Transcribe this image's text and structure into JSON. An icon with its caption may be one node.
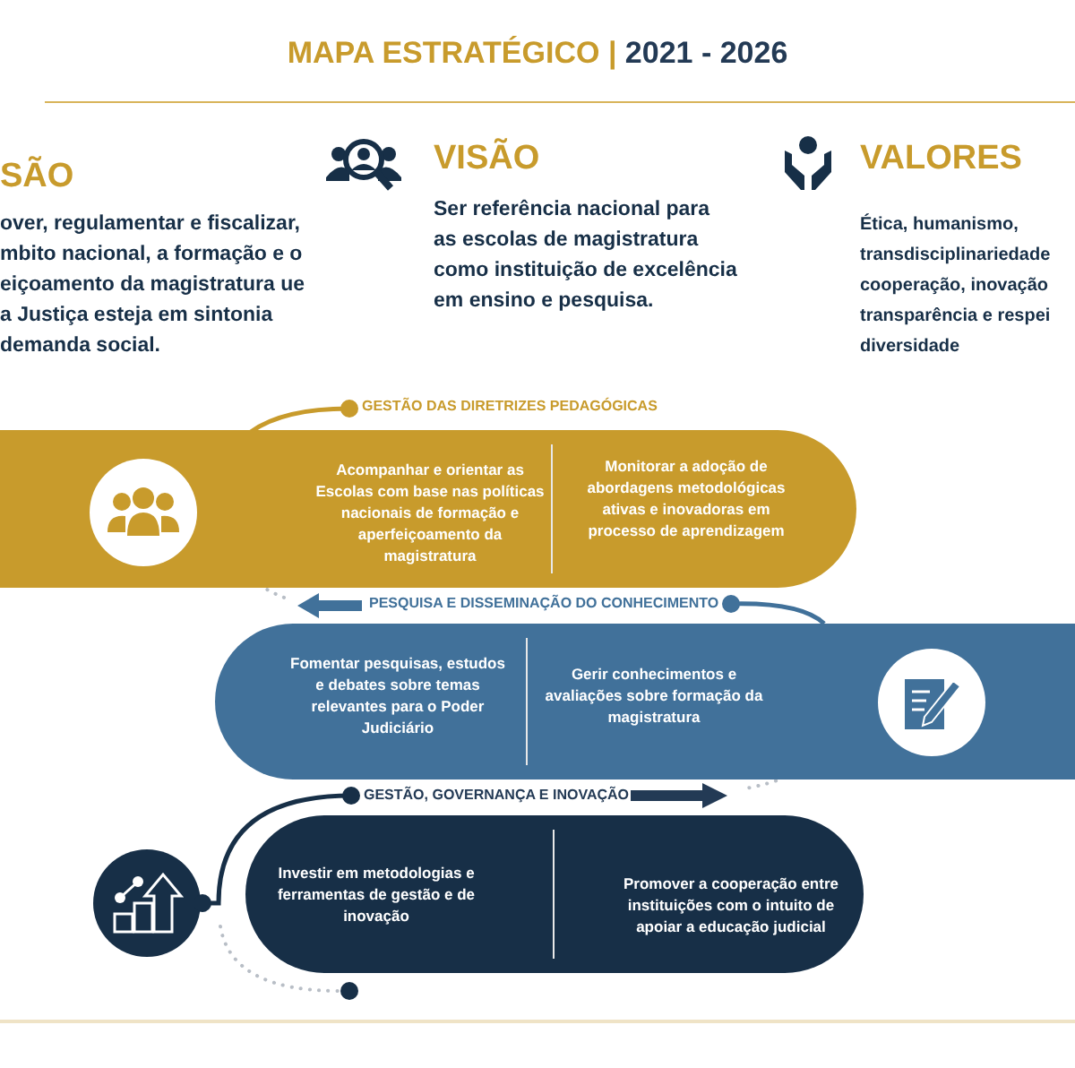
{
  "diagram": {
    "title": "MAPA ESTRATÉGICO | 2021 - 2026",
    "nodes": [
      {
        "text": [
          "GESTÃO DAS DIRETRIZES PEDAGÓGICAS",
          "Acompanhar e orientar as Escolas com base nas políticas nacionais de formação e aperfeiçoamento da magistratura",
          "Monitorar a adoção de abordagens metodológicas ativas e inovadoras em processo de aprendizagem"
        ]
      },
      {
        "text": [],
        "shape": "circle",
        "in": 0
      },
      {
        "text": [
          "PESQUISA E DISSEMINAÇÃO DO CONHECIMENTO",
          "Fomentar pesquisas, estudos e debates sobre temas  relevantes para o Poder Judiciário",
          "Gerir conhecimentos e avaliações sobre formação da magistratura"
        ]
      },
      {
        "text": [],
        "shape": "circle",
        "in": 2
      },
      {
        "text": [
          "GESTÃO, GOVERNANÇA E INOVAÇÃO",
          "Investir em metodologias e ferramentas de gestão e de inovação",
          "Promover a cooperação entre instituições com o intuito de apoiar a educação judicial"
        ]
      },
      {
        "text": [],
        "shape": "circle"
      }
    ],
    "edges": [
      {
        "from": 5,
        "to": 4,
        "arrow": "other"
      }
    ],
    "labels": [
      "SÃO",
      "over, regulamentar e fiscalizar, mbito nacional, a formação e o eiçoamento da magistratura ue a Justiça esteja em sintonia demanda social.",
      "VISÃO",
      "Ser referência nacional para as escolas de magistratura como instituição de excelência em ensino e pesquisa.",
      "VALORES",
      "Ética, humanismo, transdisciplinariedade cooperação, inovação transparência e respei diversidade"
    ]
  }
}
